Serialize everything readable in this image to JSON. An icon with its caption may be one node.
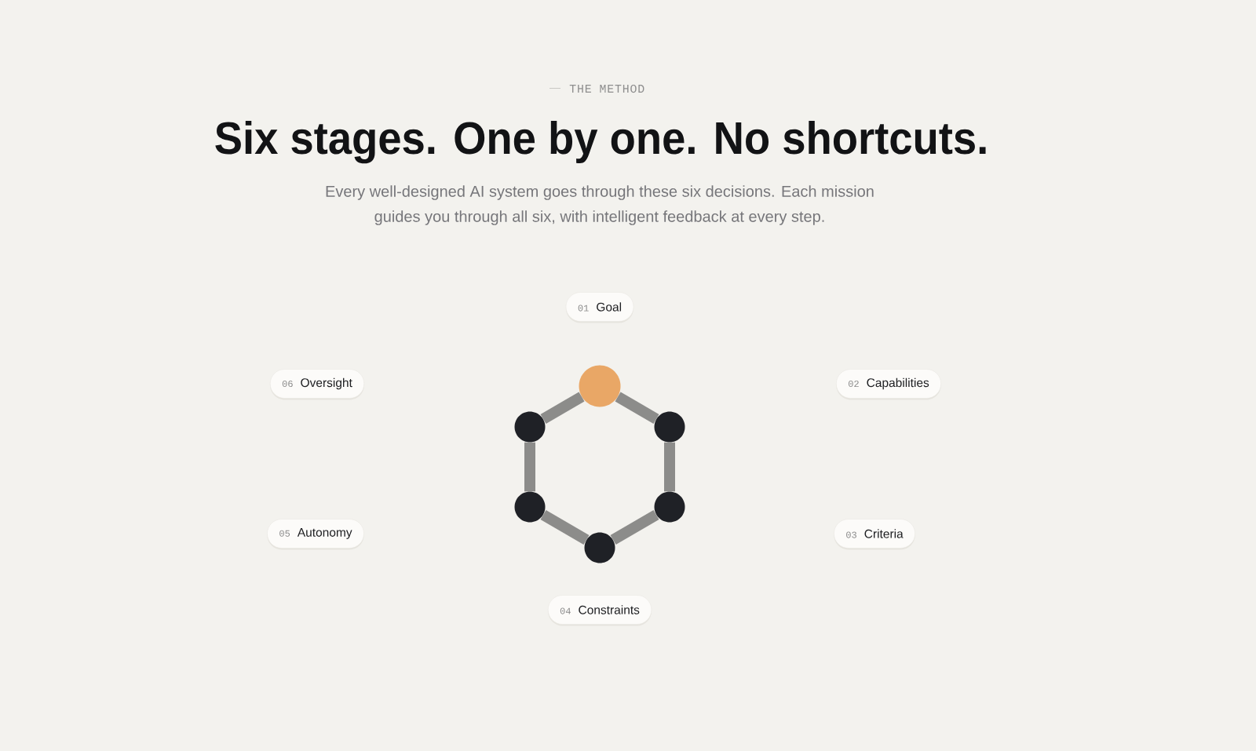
{
  "diagram": {
    "title": "Six stages. One by one. No shortcuts.",
    "nodes": [
      {
        "text": [
          "01",
          "Goal"
        ]
      },
      {
        "text": [
          "02",
          "Capabilities"
        ]
      },
      {
        "text": [
          "03",
          "Criteria"
        ]
      },
      {
        "text": [
          "04",
          "Constraints"
        ]
      },
      {
        "text": [
          "05",
          "Autonomy"
        ]
      },
      {
        "text": [
          "06",
          "Oversight"
        ]
      },
      {
        "text": [],
        "shape": "circle"
      },
      {
        "text": [],
        "shape": "circle"
      },
      {
        "text": [],
        "shape": "circle"
      },
      {
        "text": [],
        "shape": "circle"
      },
      {
        "text": [],
        "shape": "circle"
      },
      {
        "text": [],
        "shape": "circle"
      }
    ],
    "edges": [
      {
        "from": 6,
        "to": 7,
        "arrow": "none"
      },
      {
        "from": 7,
        "to": 8,
        "arrow": "none"
      },
      {
        "from": 8,
        "to": 9,
        "arrow": "none"
      },
      {
        "from": 9,
        "to": 10,
        "arrow": "none"
      },
      {
        "from": 10,
        "to": 11,
        "arrow": "none"
      },
      {
        "from": 11,
        "to": 6,
        "arrow": "none"
      }
    ],
    "labels": [
      "THE METHOD",
      "Every well-designed AI system goes through these six decisions. Each mission guides you through all six, with intelligent feedback at every step."
    ]
  }
}
